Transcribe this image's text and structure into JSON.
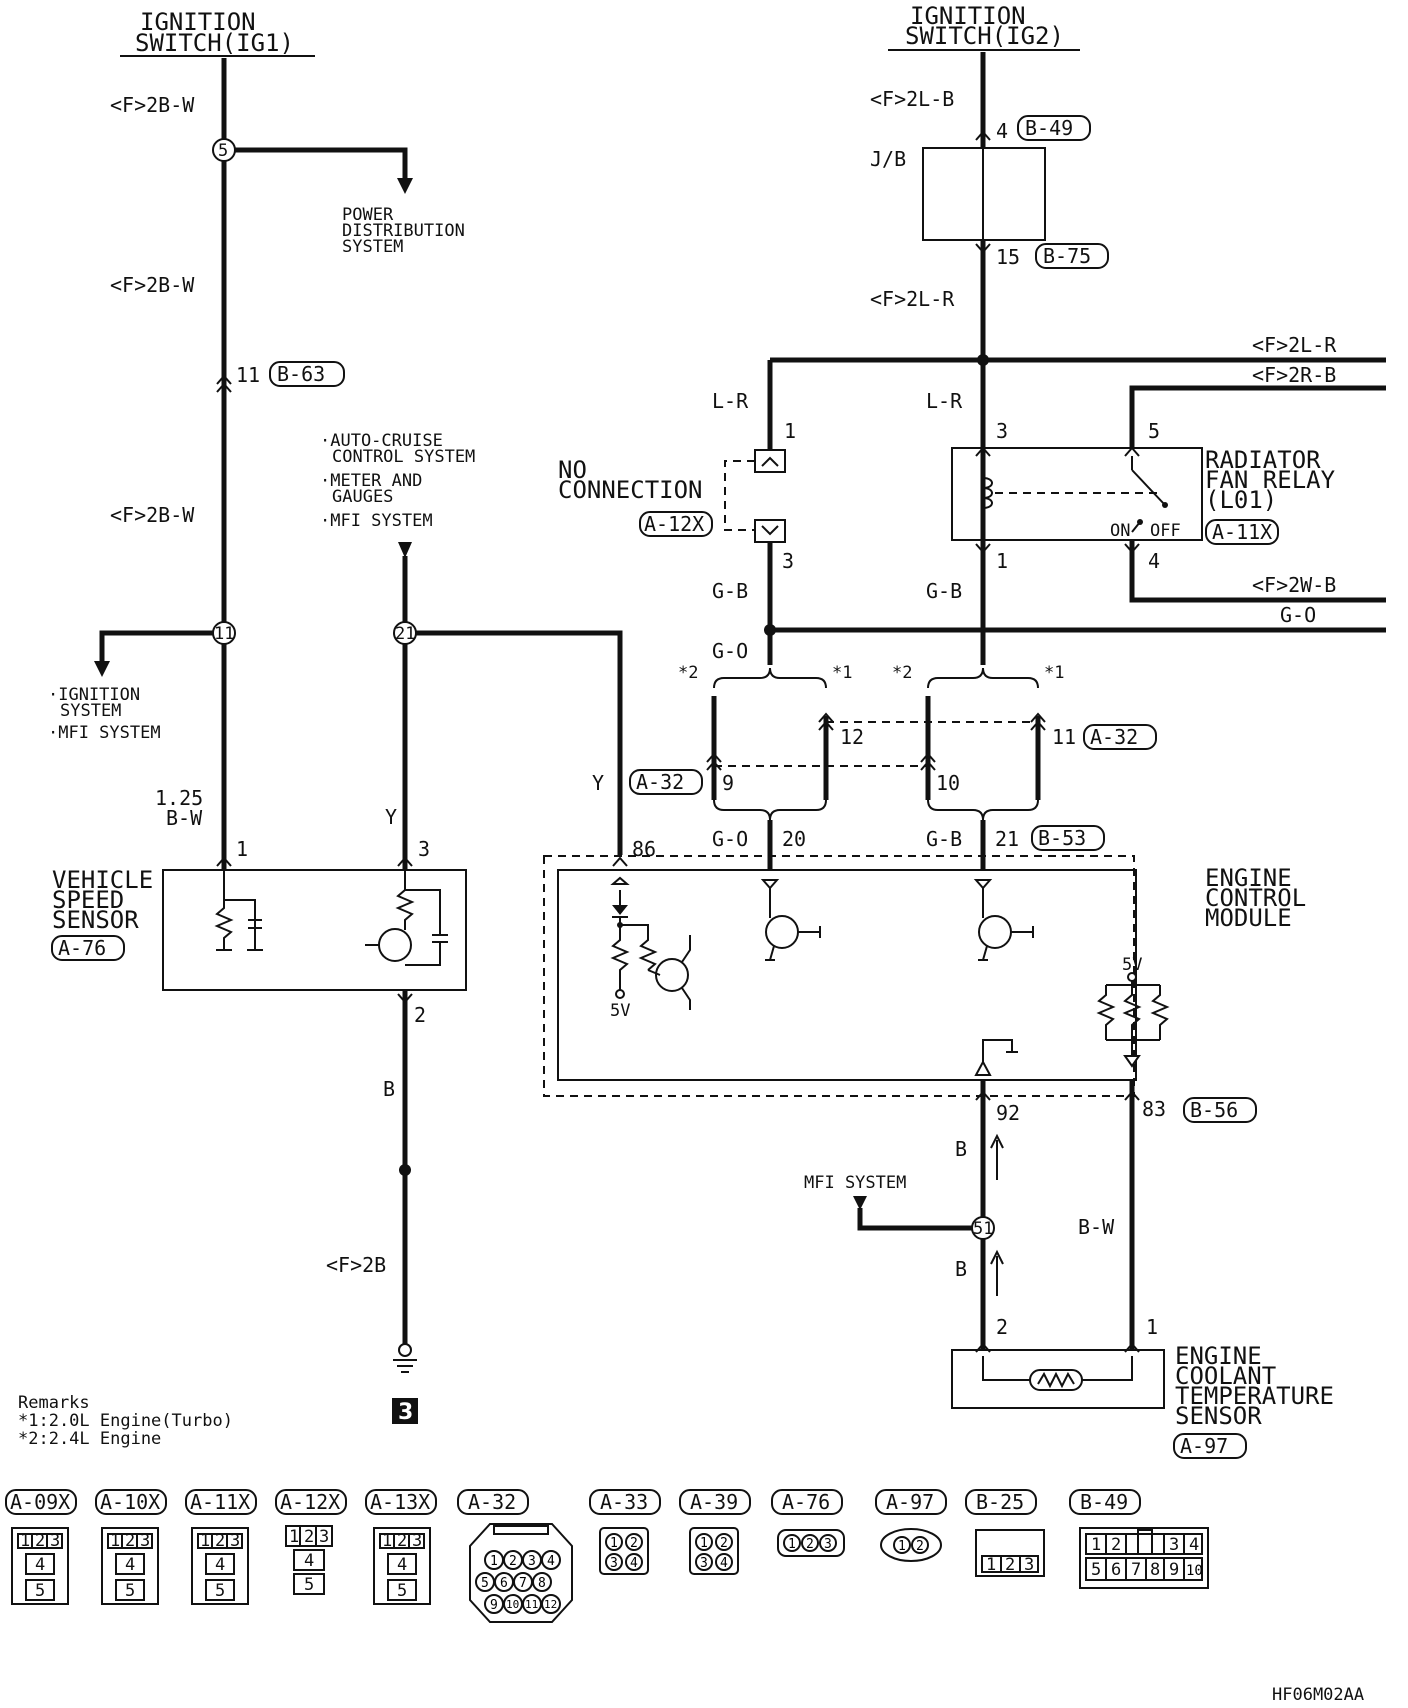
{
  "top_left": {
    "title_line1": "IGNITION",
    "title_line2": "SWITCH(IG1)"
  },
  "top_right": {
    "title_line1": "IGNITION",
    "title_line2": "SWITCH(IG2)"
  },
  "wires": {
    "w_f2bw_1": "<F>2B-W",
    "w_f2bw_2": "<F>2B-W",
    "w_f2bw_3": "<F>2B-W",
    "w_f2lb": "<F>2L-B",
    "w_f2lr": "<F>2L-R",
    "w_f2lr_right": "<F>2L-R",
    "w_f2rb_right": "<F>2R-B",
    "w_f2wb_right": "<F>2W-B",
    "w_go_right": "G-O",
    "w_lr_1": "L-R",
    "w_lr_2": "L-R",
    "w_gb_1": "G-B",
    "w_gb_2": "G-B",
    "w_go_1": "G-O",
    "w_y_1": "Y",
    "w_y_2": "Y",
    "w_go_2": "G-O",
    "w_gb_3": "G-B",
    "w_125": "1.25",
    "w_bw": "B-W",
    "w_b_1": "B",
    "w_f2b": "<F>2B",
    "w_b_2": "B",
    "w_b_3": "B",
    "w_bw_2": "B-W"
  },
  "junctions": {
    "j5": "5",
    "j11": "11",
    "j21": "21",
    "j51": "51"
  },
  "pins": {
    "p11": "11",
    "p4": "4",
    "p15": "15",
    "p1a": "1",
    "p3a": "3",
    "p5a": "5",
    "p3b": "3",
    "p1b": "1",
    "p4b": "4",
    "p12": "12",
    "p11b": "11",
    "p9": "9",
    "p10": "10",
    "p86": "86",
    "p20": "20",
    "p21": "21",
    "p1c": "1",
    "p3c": "3",
    "p2c": "2",
    "p92": "92",
    "p83": "83",
    "p2d": "2",
    "p1d": "1",
    "star2a": "*2",
    "star1a": "*1",
    "star2b": "*2",
    "star1b": "*1"
  },
  "connectors": {
    "b63": "B-63",
    "b49": "B-49",
    "b75": "B-75",
    "a12x": "A-12X",
    "a11x": "A-11X",
    "a32a": "A-32",
    "a32b": "A-32",
    "b53": "B-53",
    "a76": "A-76",
    "b56": "B-56",
    "a97": "A-97"
  },
  "labels": {
    "power_dist_1": "POWER",
    "power_dist_2": "DISTRIBUTION",
    "power_dist_3": "SYSTEM",
    "autocruise_1": "·AUTO-CRUISE",
    "autocruise_2": "CONTROL SYSTEM",
    "meter_1": "·METER AND",
    "meter_2": "GAUGES",
    "mfi_top": "·MFI SYSTEM",
    "ign_sys_1": "·IGNITION",
    "ign_sys_2": "SYSTEM",
    "mfi_left": "·MFI SYSTEM",
    "no_conn_1": "NO",
    "no_conn_2": "CONNECTION",
    "jb": "J/B",
    "rfr_1": "RADIATOR",
    "rfr_2": "FAN RELAY",
    "rfr_3": "(L01)",
    "on": "ON",
    "off": "OFF",
    "vss_1": "VEHICLE",
    "vss_2": "SPEED",
    "vss_3": "SENSOR",
    "ecm_1": "ENGINE",
    "ecm_2": "CONTROL",
    "ecm_3": "MODULE",
    "five_v_1": "5V",
    "five_v_2": "5V",
    "mfi_bottom": "MFI SYSTEM",
    "ect_1": "ENGINE",
    "ect_2": "COOLANT",
    "ect_3": "TEMPERATURE",
    "ect_4": "SENSOR",
    "ground_num": "3"
  },
  "remarks": {
    "title": "Remarks",
    "r1": "*1:2.0L Engine(Turbo)",
    "r2": "*2:2.4L Engine"
  },
  "legend": [
    {
      "id": "A-09X"
    },
    {
      "id": "A-10X"
    },
    {
      "id": "A-11X"
    },
    {
      "id": "A-12X"
    },
    {
      "id": "A-13X"
    },
    {
      "id": "A-32"
    },
    {
      "id": "A-33"
    },
    {
      "id": "A-39"
    },
    {
      "id": "A-76"
    },
    {
      "id": "A-97"
    },
    {
      "id": "B-25"
    },
    {
      "id": "B-49"
    }
  ],
  "legend_pins": {
    "p123": [
      "1",
      "2",
      "3"
    ],
    "p45": [
      "4",
      "5"
    ],
    "a32": [
      "1",
      "2",
      "3",
      "4",
      "5",
      "6",
      "7",
      "8",
      "9",
      "10",
      "11",
      "12"
    ],
    "a33": [
      "1",
      "2",
      "3",
      "4"
    ],
    "a76": [
      "1",
      "2",
      "3"
    ],
    "a97": [
      "1",
      "2"
    ],
    "b25": [
      "1",
      "2",
      "3"
    ],
    "b49": [
      "1",
      "2",
      "3",
      "4",
      "5",
      "6",
      "7",
      "8",
      "9",
      "10"
    ]
  },
  "code": "HF06M02AA"
}
